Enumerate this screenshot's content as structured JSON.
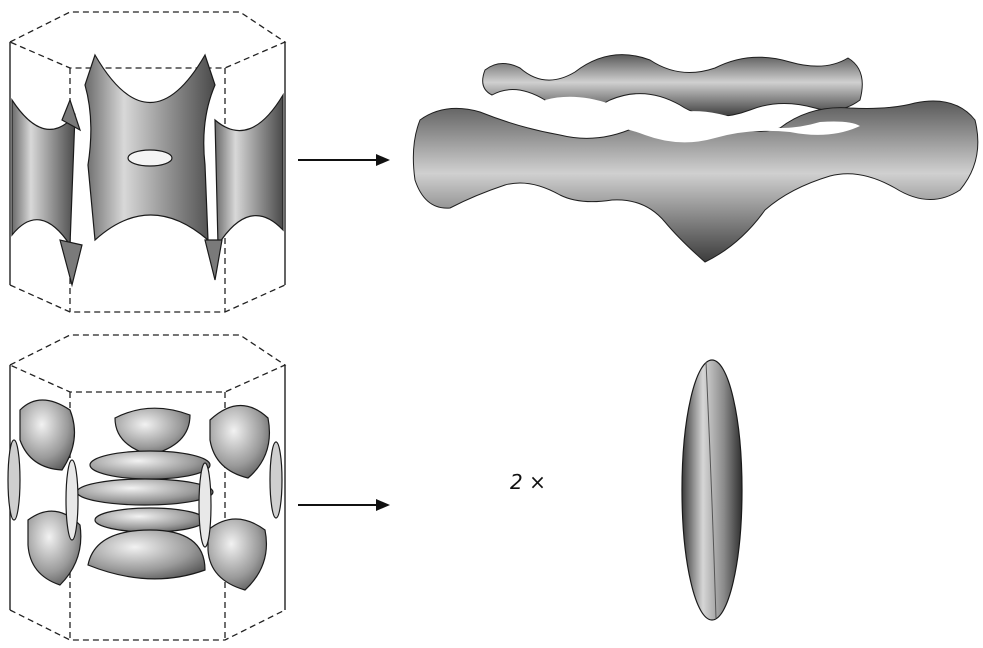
{
  "figure": {
    "multiplicity_label": "2 ×",
    "panels": [
      {
        "name": "hexagonal-zone-upper",
        "surface": "connected-multiply-shaped-sheet"
      },
      {
        "name": "hexagonal-zone-lower",
        "surface": "lens-shaped-pockets"
      }
    ],
    "colors": {
      "outline": "#222222",
      "shade_dark": "#4a4a4a",
      "shade_light": "#f0f0f0",
      "background": "#ffffff"
    }
  }
}
